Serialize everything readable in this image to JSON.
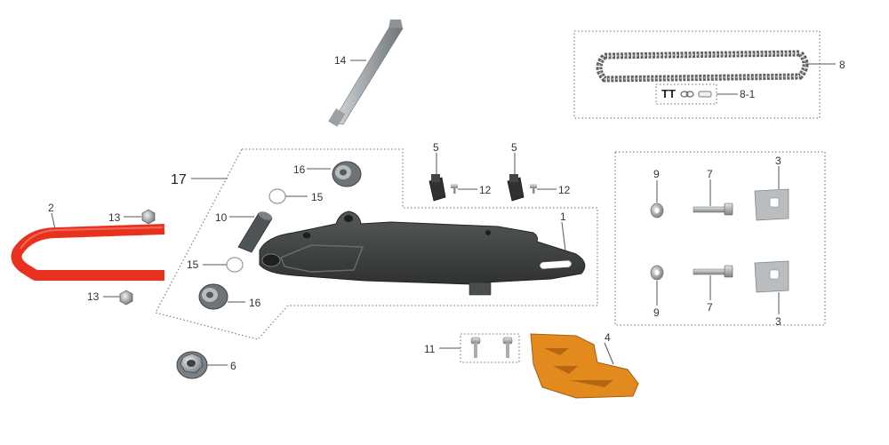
{
  "diagram": {
    "callouts": {
      "c1": "1",
      "c2": "2",
      "c3a": "3",
      "c3b": "3",
      "c4": "4",
      "c5a": "5",
      "c5b": "5",
      "c6": "6",
      "c7a": "7",
      "c7b": "7",
      "c8": "8",
      "c8_1": "8-1",
      "c9a": "9",
      "c9b": "9",
      "c10": "10",
      "c11": "11",
      "c12a": "12",
      "c12b": "12",
      "c13a": "13",
      "c13b": "13",
      "c14": "14",
      "c15a": "15",
      "c15b": "15",
      "c16a": "16",
      "c16b": "16",
      "c17": "17"
    },
    "master_link_label": "TT"
  },
  "colors": {
    "chain_slider": "#e8321f",
    "chain_guide": "#e28a1e",
    "swingarm": "#3e423f",
    "metal": "#b8bcbf"
  }
}
